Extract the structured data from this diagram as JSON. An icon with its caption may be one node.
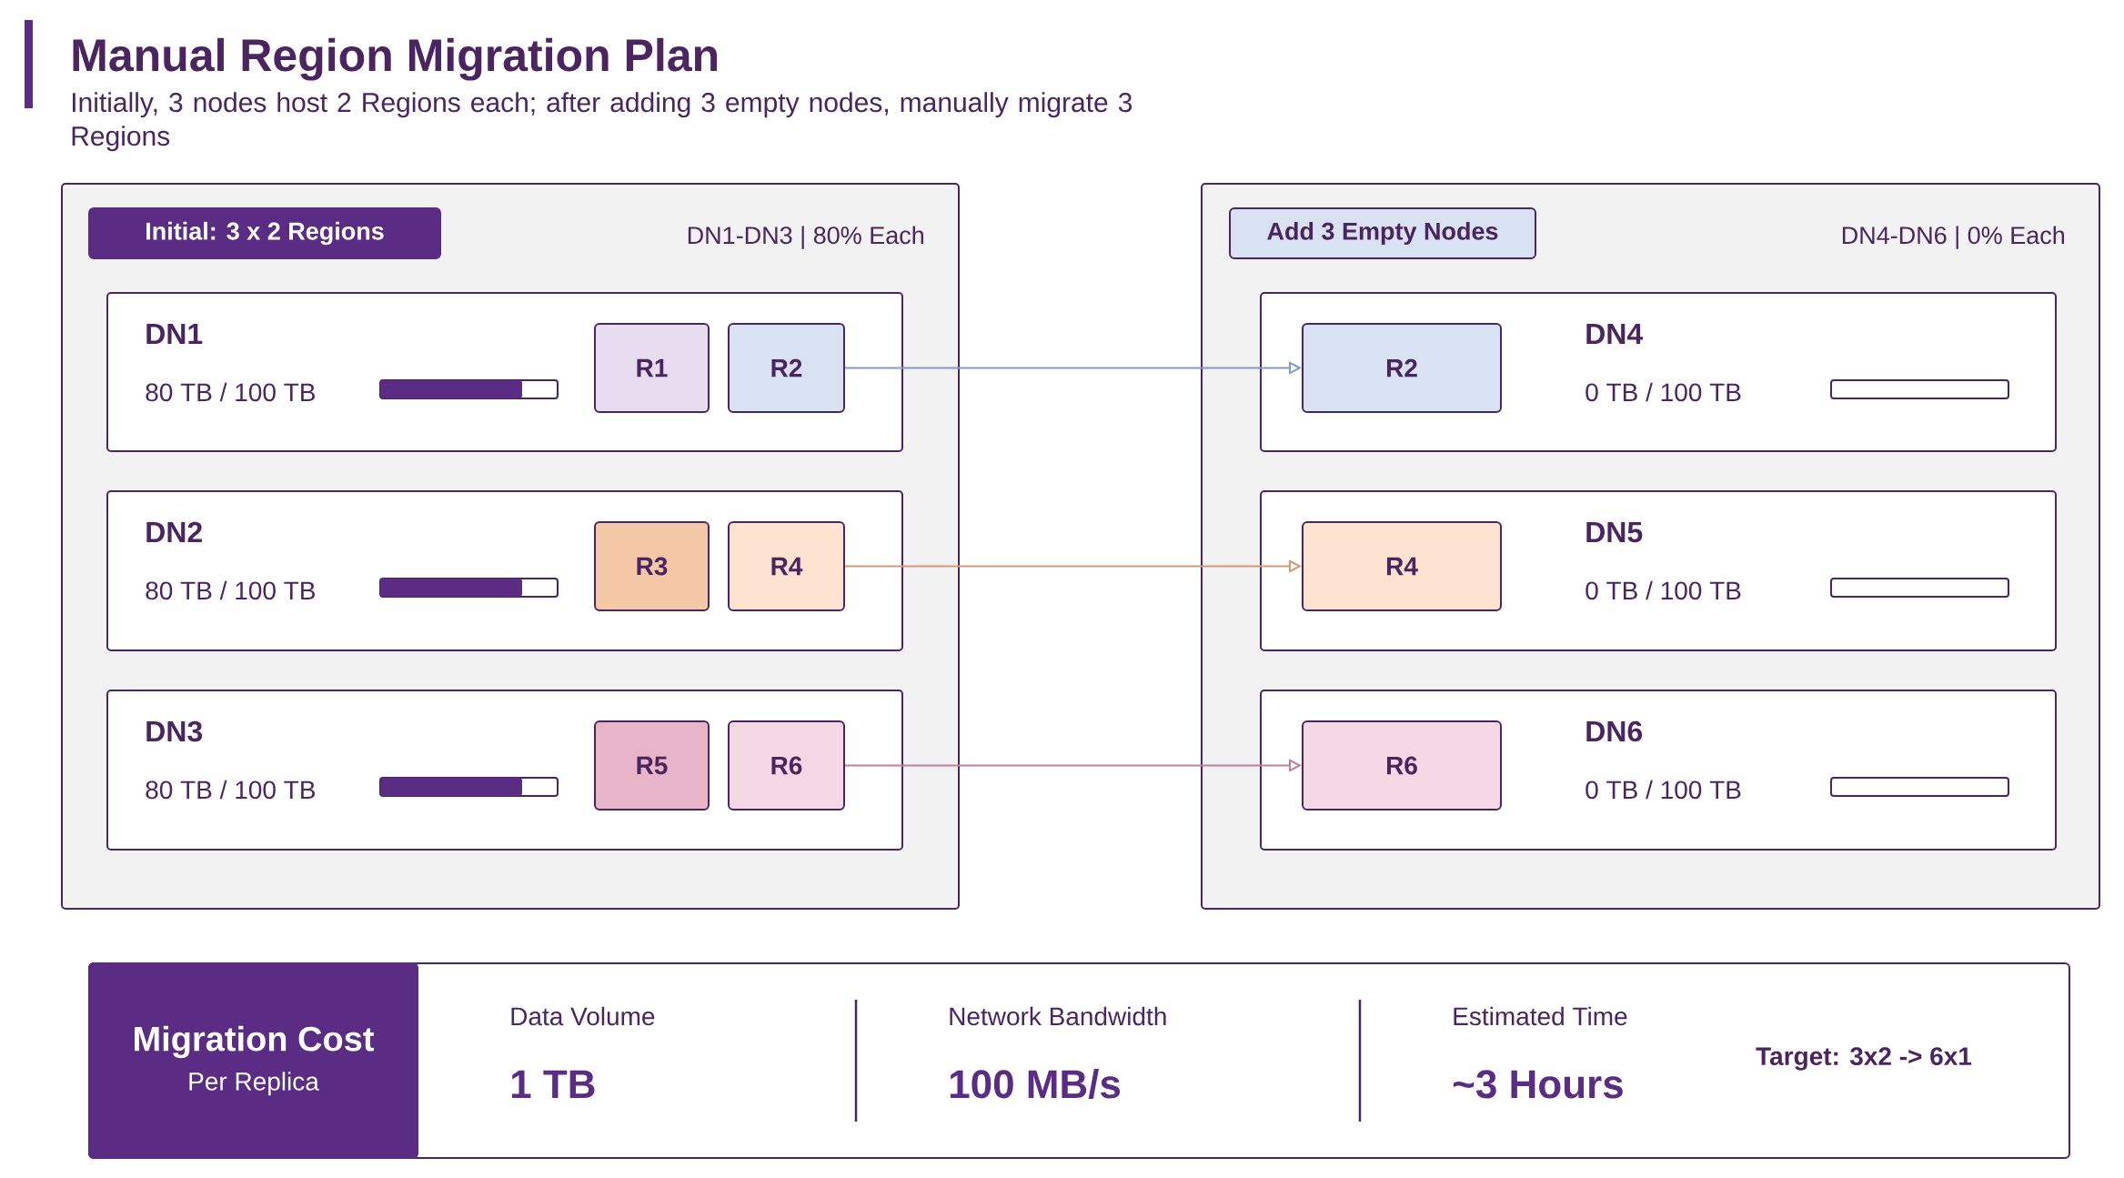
{
  "diagram": {
    "title": "Manual Region Migration Plan",
    "caption": "Initially, 3 nodes host 2 Regions each; after adding 3 empty nodes, manually migrate 3 Regions",
    "nodes": [
      {
        "text": [
          "DN1-DN3 | 80% Each"
        ]
      },
      {
        "text": [
          "Initial: 3 x 2 Regions"
        ],
        "in": 0
      },
      {
        "text": [
          "DN1",
          "80 TB / 100 TB"
        ],
        "in": 0
      },
      {
        "text": [
          "R1"
        ],
        "in": 2
      },
      {
        "text": [
          "R2"
        ],
        "in": 2
      },
      {
        "text": [
          "DN2",
          "80 TB / 100 TB"
        ],
        "in": 0
      },
      {
        "text": [
          "R3"
        ],
        "in": 5
      },
      {
        "text": [
          "R4"
        ],
        "in": 5
      },
      {
        "text": [
          "DN3",
          "80 TB / 100 TB"
        ],
        "in": 0
      },
      {
        "text": [
          "R5"
        ],
        "in": 8
      },
      {
        "text": [
          "R6"
        ],
        "in": 8
      },
      {
        "text": [
          "DN4-DN6 | 0% Each"
        ]
      },
      {
        "text": [
          "Add 3 Empty Nodes"
        ],
        "in": 11
      },
      {
        "text": [
          "DN4",
          "0 TB / 100 TB"
        ],
        "in": 11
      },
      {
        "text": [
          "R2"
        ],
        "in": 13
      },
      {
        "text": [
          "DN5",
          "0 TB / 100 TB"
        ],
        "in": 11
      },
      {
        "text": [
          "R4"
        ],
        "in": 15
      },
      {
        "text": [
          "DN6",
          "0 TB / 100 TB"
        ],
        "in": 11
      },
      {
        "text": [
          "R6"
        ],
        "in": 17
      },
      {
        "text": [
          "Data Volume",
          "1 TB",
          "Network Bandwidth",
          "100 MB/s",
          "Estimated Time",
          "~3 Hours",
          "Target: 3x2 -> 6x1"
        ]
      },
      {
        "text": [
          "Migration Cost",
          "Per Replica"
        ],
        "in": 19
      }
    ],
    "edges": [
      {
        "from": 4,
        "to": 14,
        "arrow": "to",
        "color": "#7f9cc8"
      },
      {
        "from": 7,
        "to": 16,
        "arrow": "to",
        "color": "#d49a78"
      },
      {
        "from": 10,
        "to": 18,
        "arrow": "to",
        "color": "#c07f9c"
      }
    ]
  }
}
